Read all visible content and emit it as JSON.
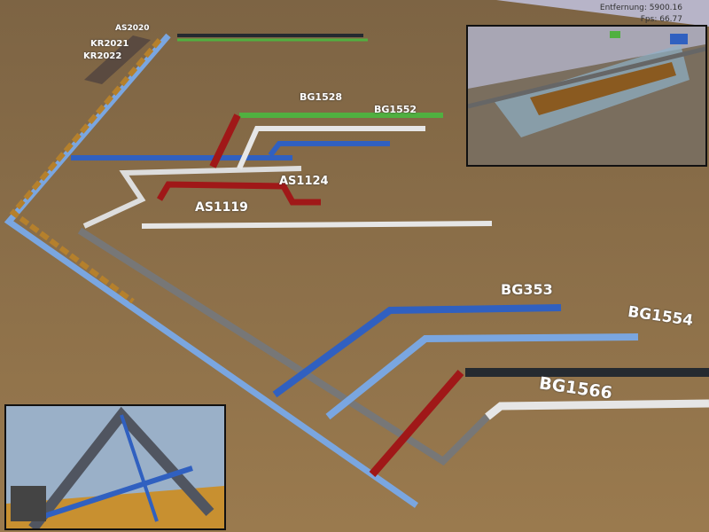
{
  "hud": {
    "distance": "Entfernung: 5900.16",
    "fps": "Fps: 66.77"
  },
  "labels": {
    "as2020": "AS2020",
    "kr2021": "KR2021",
    "kr2022": "KR2022",
    "bg1528": "BG1528",
    "bg1552": "BG1552",
    "as1124": "AS1124",
    "as1119": "AS1119",
    "bg353": "BG353",
    "bg1554": "BG1554",
    "bg1566": "BG1566"
  },
  "colors": {
    "ground": "#8c6f47",
    "sky": "#b7b4c8",
    "blue": "#3060c0",
    "lightblue": "#7aa6e0",
    "red": "#a01818",
    "white": "#e6e6e6",
    "green": "#50b040",
    "gray": "#777777",
    "dark": "#252a30"
  }
}
